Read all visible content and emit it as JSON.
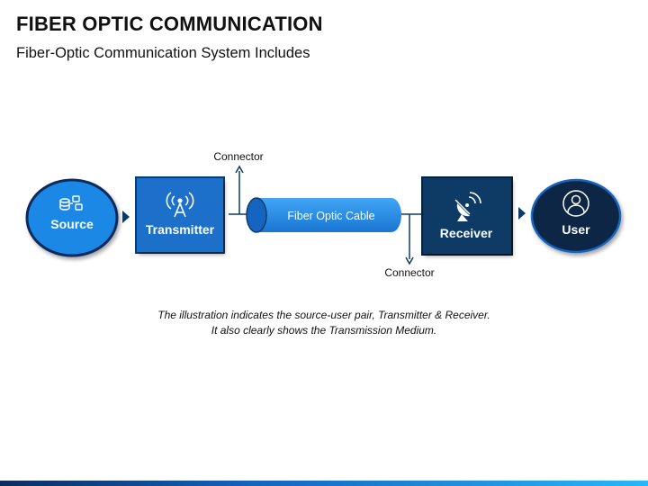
{
  "header": {
    "title": "FIBER OPTIC COMMUNICATION",
    "subtitle": "Fiber-Optic Communication System Includes"
  },
  "diagram": {
    "source_label": "Source",
    "transmitter_label": "Transmitter",
    "cable_label": "Fiber Optic Cable",
    "receiver_label": "Receiver",
    "user_label": "User",
    "connector_top_label": "Connector",
    "connector_bottom_label": "Connector",
    "icons": {
      "source": "database-transfer-icon",
      "transmitter": "antenna-icon",
      "receiver": "satellite-dish-icon",
      "user": "user-icon"
    },
    "colors": {
      "source": "#1e88e5",
      "transmitter": "#1565c0",
      "receiver": "#0d3b66",
      "user": "#0b2545",
      "cable": "#2196f3",
      "arrow": "#0d3b66"
    }
  },
  "caption": {
    "line1": "The illustration indicates the source-user pair, Transmitter & Receiver.",
    "line2": "It also clearly shows the Transmission Medium."
  }
}
